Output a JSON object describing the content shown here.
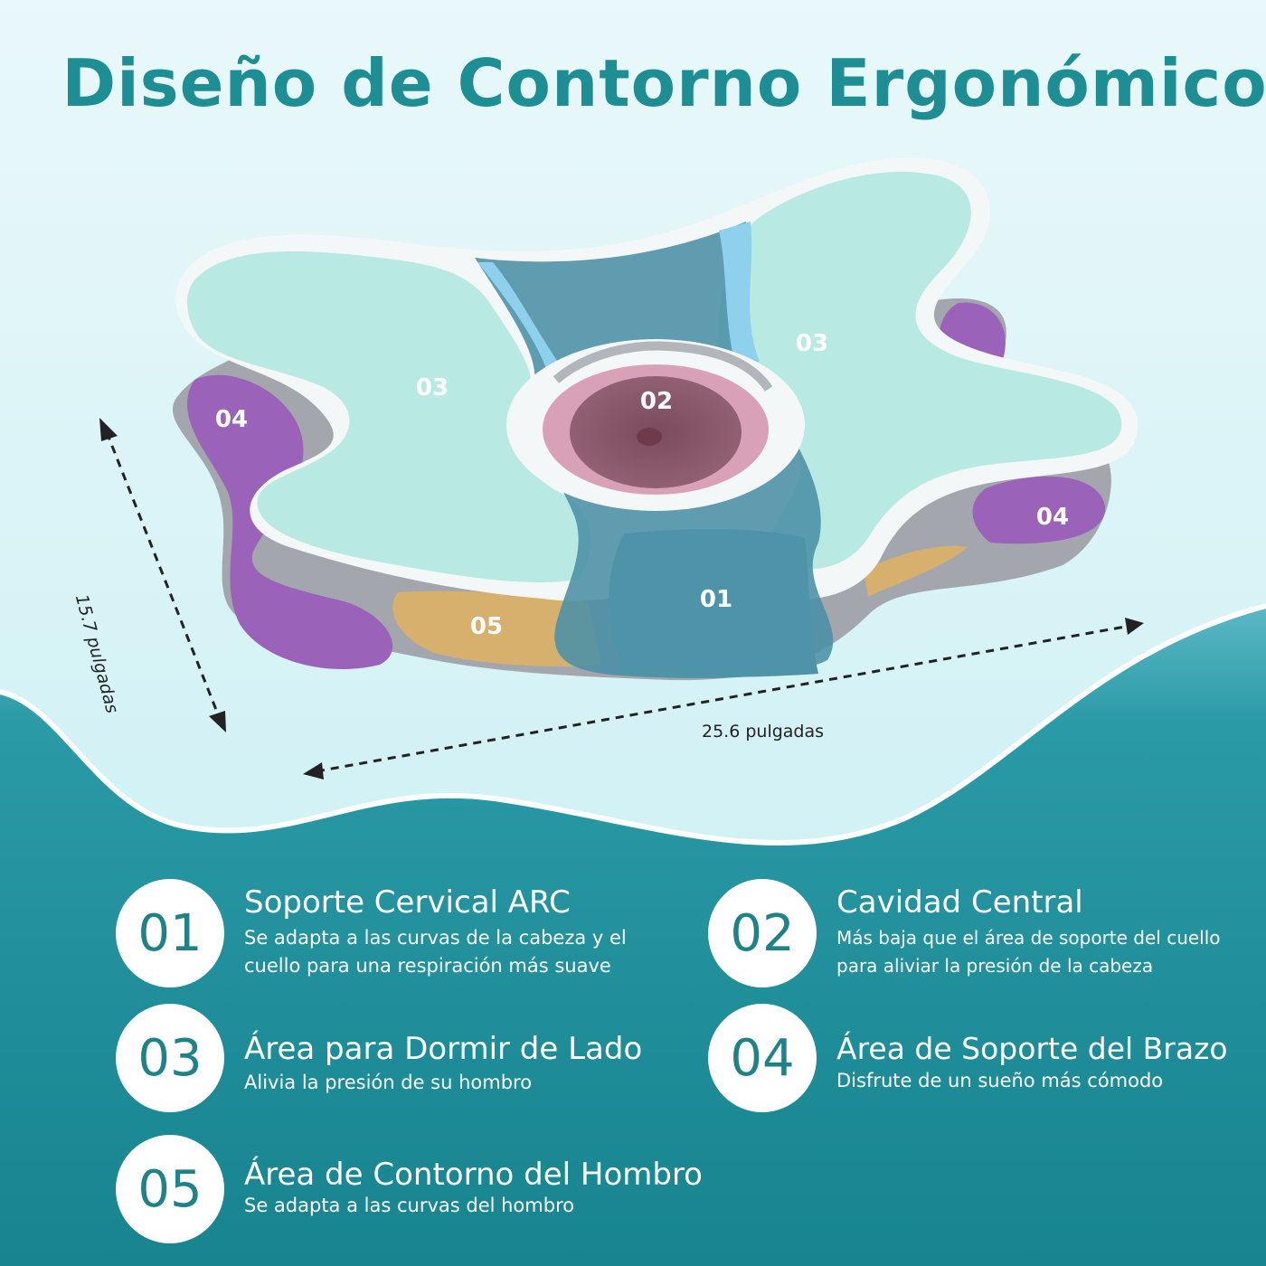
{
  "title": "Diseño de Contorno Ergonómico",
  "colors": {
    "title": "#1d8e93",
    "teal_section": "#1e8d96",
    "light_bg": "#d7f4f7",
    "pillow_green": "#b8e9e3",
    "zone_support": "#3b8ea5",
    "zone_cavity": "#d9a1b8",
    "zone_arm": "#9b63ba",
    "zone_shoulder": "#d7b06e"
  },
  "pillow": {
    "zone_labels": [
      "01",
      "02",
      "03",
      "03",
      "04",
      "04",
      "05"
    ]
  },
  "dimensions": {
    "height": "15.7 pulgadas",
    "width": "25.6 pulgadas"
  },
  "features": [
    {
      "num": "01",
      "title": "Soporte Cervical ARC",
      "desc": [
        "Se adapta a las curvas de la cabeza y el",
        "cuello para una respiración más suave"
      ]
    },
    {
      "num": "02",
      "title": "Cavidad Central",
      "desc": [
        "Más baja que el área de soporte del cuello",
        "para aliviar la presión de la cabeza"
      ]
    },
    {
      "num": "03",
      "title": "Área para Dormir de Lado",
      "desc": [
        "Alivia la presión de su hombro"
      ]
    },
    {
      "num": "04",
      "title": "Área de Soporte del Brazo",
      "desc": [
        "Disfrute de un sueño más cómodo"
      ]
    },
    {
      "num": "05",
      "title": "Área de Contorno del Hombro",
      "desc": [
        "Se adapta a las curvas del hombro"
      ]
    }
  ]
}
